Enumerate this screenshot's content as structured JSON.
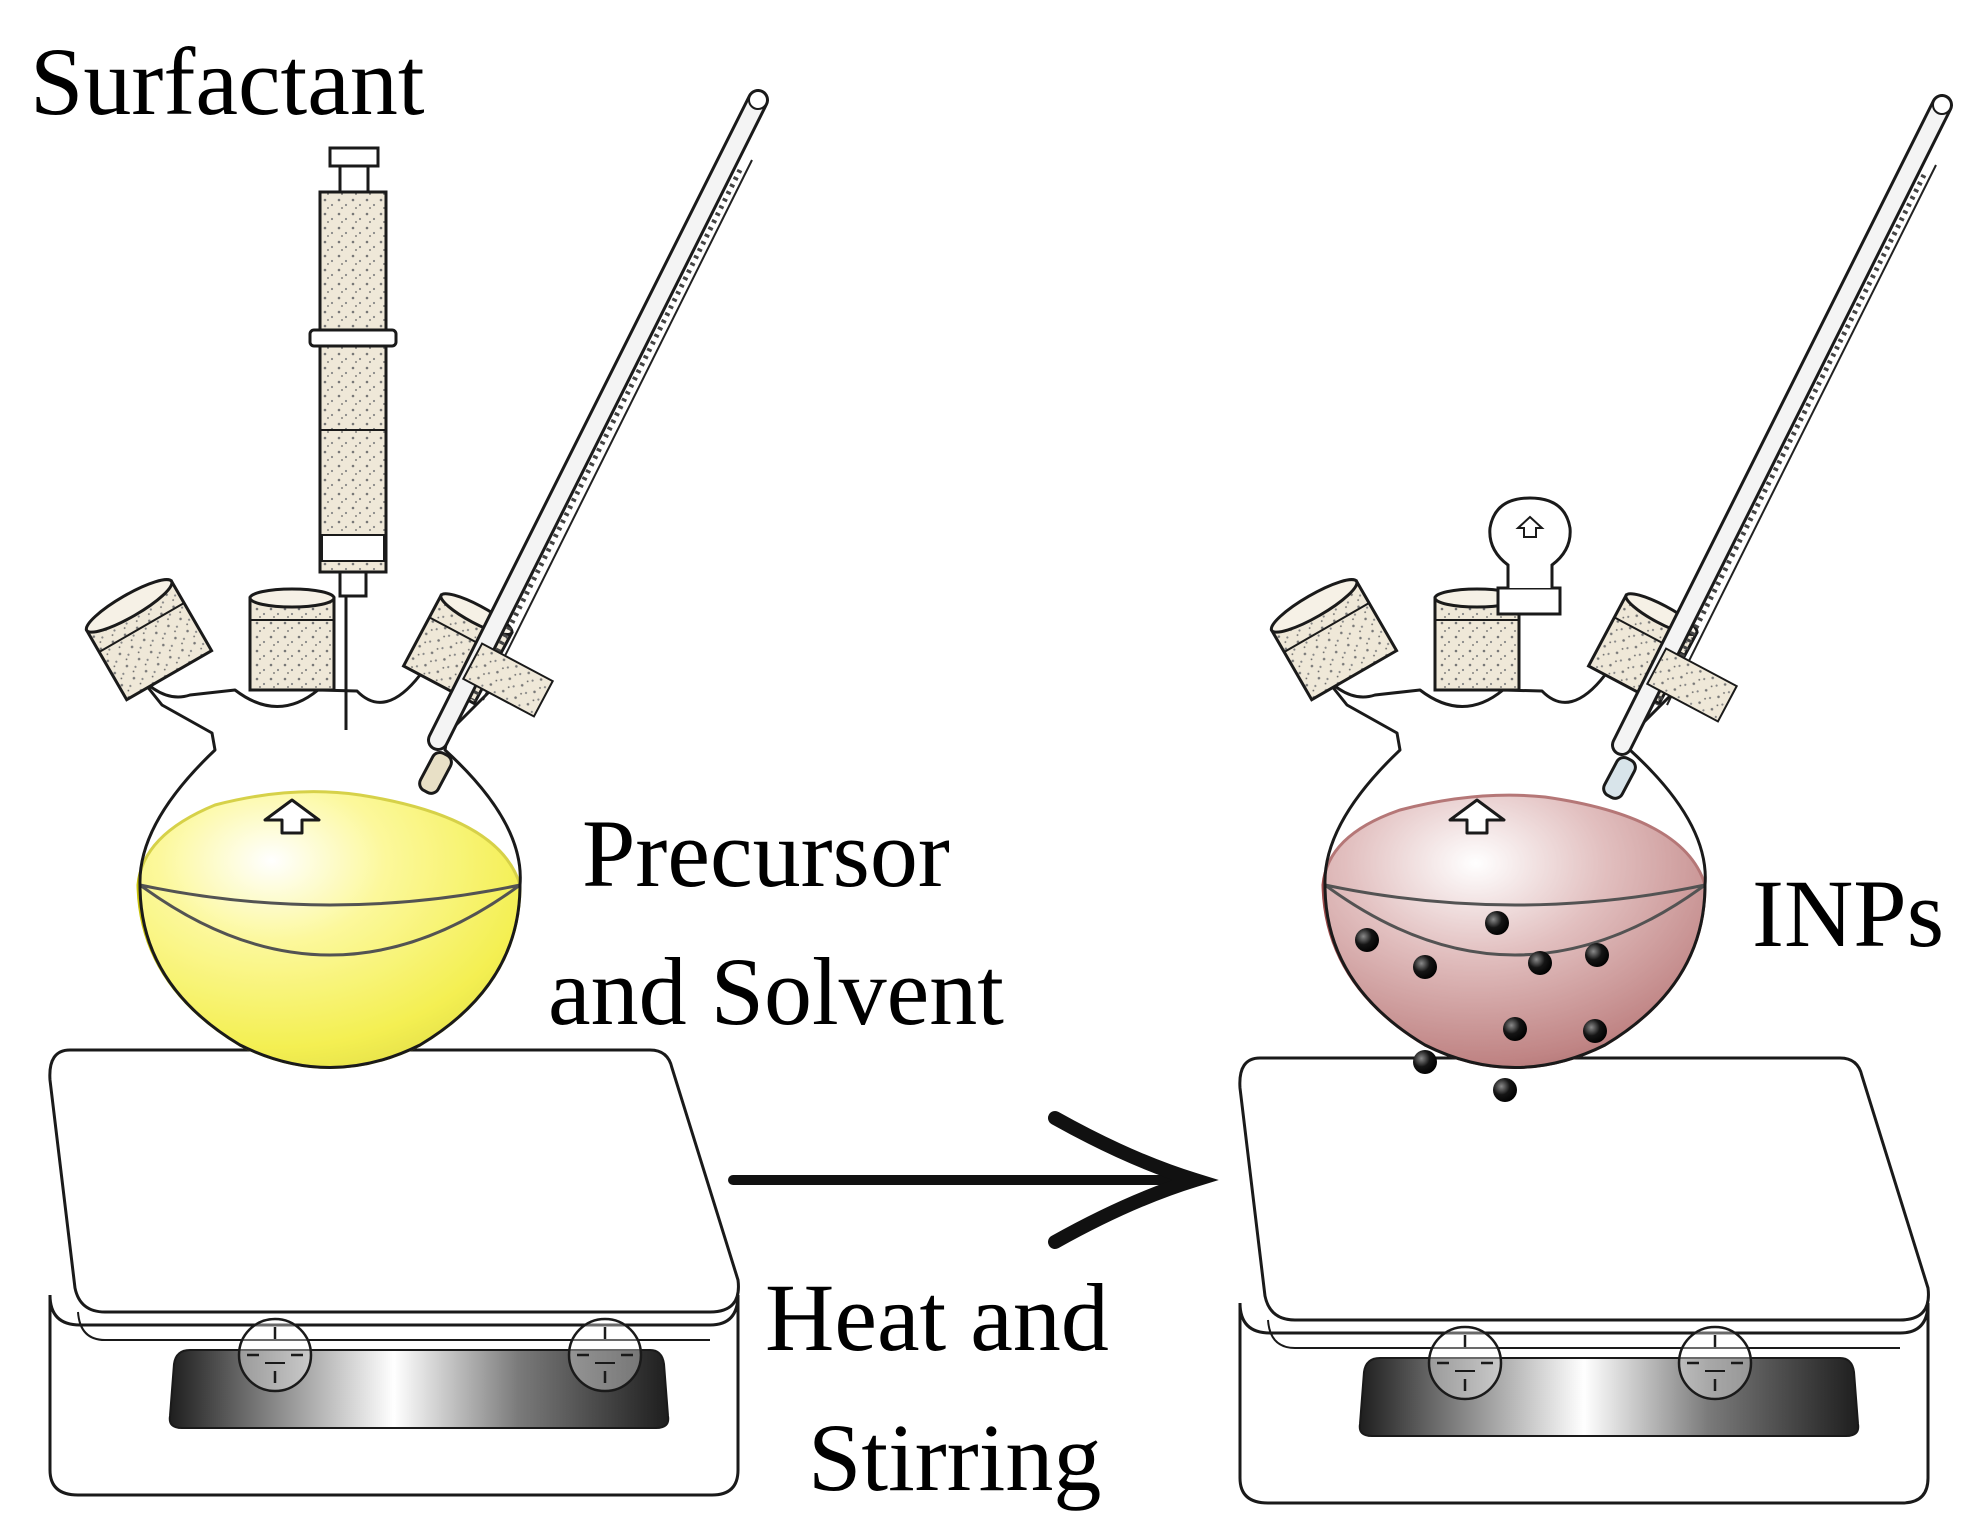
{
  "labels": {
    "surfactant": "Surfactant",
    "precursor_line1": "Precursor",
    "precursor_line2": "and Solvent",
    "process_line1": "Heat and",
    "process_line2": "Stirring",
    "product": "INPs"
  },
  "colors": {
    "outline": "#1a1a1a",
    "precursor_solution": "#f2ee1e",
    "nanoparticle_solution": "#b05a5a",
    "nanoparticle": "#151515",
    "cork": "#ede6d6",
    "hotplate_panel": "#333333"
  },
  "icons": [
    "syringe-icon",
    "thermometer-icon",
    "stopper-icon",
    "stir-bar-icon",
    "knob-icon",
    "arrow-right-icon"
  ]
}
